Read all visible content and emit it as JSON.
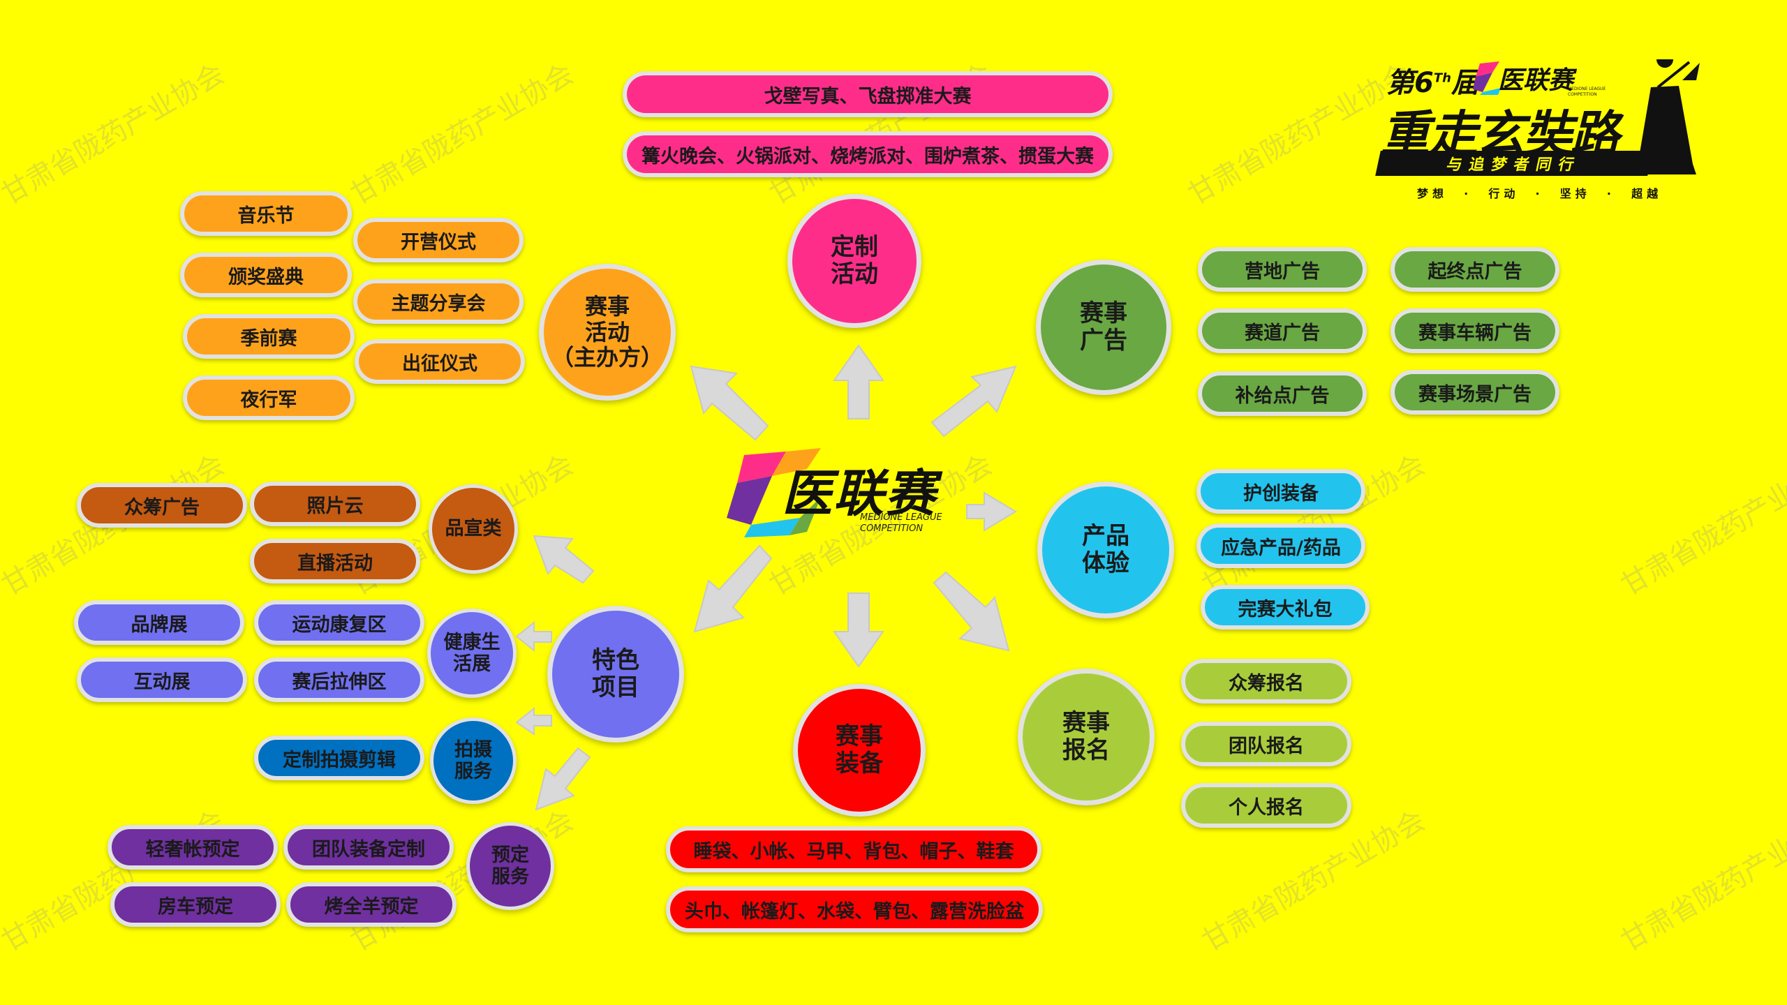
{
  "center_logo": {
    "title": "医联赛",
    "sub1": "MEDIONE LEAGUE",
    "sub2": "COMPETITION"
  },
  "corner_logo": {
    "edition": "第6",
    "th": "Th",
    "jie": "届",
    "brand": "医联赛",
    "brand_sub": "MEDIONE LEAGUE COMPETITION",
    "headline": "重走玄奘路",
    "tagline": "与追梦者同行",
    "motto": "梦想  ·  行动  ·  坚持  ·  超越"
  },
  "watermark": "甘肃省陇药产业协会",
  "hubs": {
    "custom": "定制\n活动",
    "event_activity": "赛事\n活动\n（主办方）",
    "ads": "赛事\n广告",
    "product": "产品\n体验",
    "signup": "赛事\n报名",
    "equipment": "赛事\n装备",
    "special": "特色\n项目"
  },
  "sub_hubs": {
    "promo": "品宣类",
    "health": "健康生\n活展",
    "shoot": "拍摄\n服务",
    "booking": "预定\n服务"
  },
  "custom_items": [
    "戈壁写真、飞盘掷准大赛",
    "篝火晚会、火锅派对、烧烤派对、围炉煮茶、掼蛋大赛"
  ],
  "event_items": [
    "音乐节",
    "开营仪式",
    "颁奖盛典",
    "主题分享会",
    "季前赛",
    "出征仪式",
    "夜行军"
  ],
  "ad_items": [
    "营地广告",
    "起终点广告",
    "赛道广告",
    "赛事车辆广告",
    "补给点广告",
    "赛事场景广告"
  ],
  "product_items": [
    "护创装备",
    "应急产品/药品",
    "完赛大礼包"
  ],
  "signup_items": [
    "众筹报名",
    "团队报名",
    "个人报名"
  ],
  "equipment_items": [
    "睡袋、小帐、马甲、背包、帽子、鞋套",
    "头巾、帐篷灯、水袋、臂包、露营洗脸盆"
  ],
  "promo_items": [
    "众筹广告",
    "照片云",
    "直播活动"
  ],
  "health_items": [
    "品牌展",
    "运动康复区",
    "互动展",
    "赛后拉伸区"
  ],
  "shoot_items": [
    "定制拍摄剪辑"
  ],
  "booking_items": [
    "轻奢帐预定",
    "团队装备定制",
    "房车预定",
    "烤全羊预定"
  ],
  "colors": {
    "background": "#ffff00",
    "custom": "#ff2d8a",
    "event": "#ffa21b",
    "ads": "#69a843",
    "product": "#22c4ee",
    "signup": "#a9cd3a",
    "equipment": "#ff0000",
    "special": "#7070f0",
    "promo": "#c55a11",
    "shoot": "#0070c0",
    "booking": "#7030a0",
    "arrow": "#d9d9d9"
  }
}
